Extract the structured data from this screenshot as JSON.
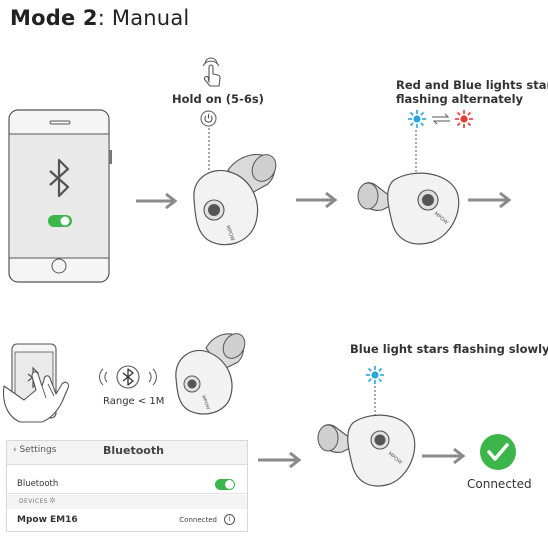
{
  "title": {
    "mode": "Mode 2",
    "sep": ":",
    "name": "Manual"
  },
  "step1": {
    "instruction": "Hold on (5-6s)"
  },
  "step2": {
    "line1": "Red and Blue lights start",
    "line2": "flashing alternately"
  },
  "step3": {
    "range": "Range < 1M"
  },
  "step4": {
    "status": "Blue light stars flashing slowly"
  },
  "earbud": {
    "brand": "MPOW"
  },
  "settings": {
    "back": "Settings",
    "title": "Bluetooth",
    "bluetooth_label": "Bluetooth",
    "devices_label": "DEVICES",
    "device_name": "Mpow EM16",
    "device_status": "Connected",
    "info": "i"
  },
  "connected_label": "Connected",
  "colors": {
    "accent_green": "#3cb54a",
    "blue_light": "#2aa7e0",
    "red_light": "#e53935",
    "arrow": "#8a8a8a",
    "line": "#555555"
  },
  "icons": [
    "finger-press-icon",
    "power-icon",
    "bluetooth-icon",
    "arrow-right-icon",
    "cycle-icon",
    "checkmark-icon"
  ]
}
